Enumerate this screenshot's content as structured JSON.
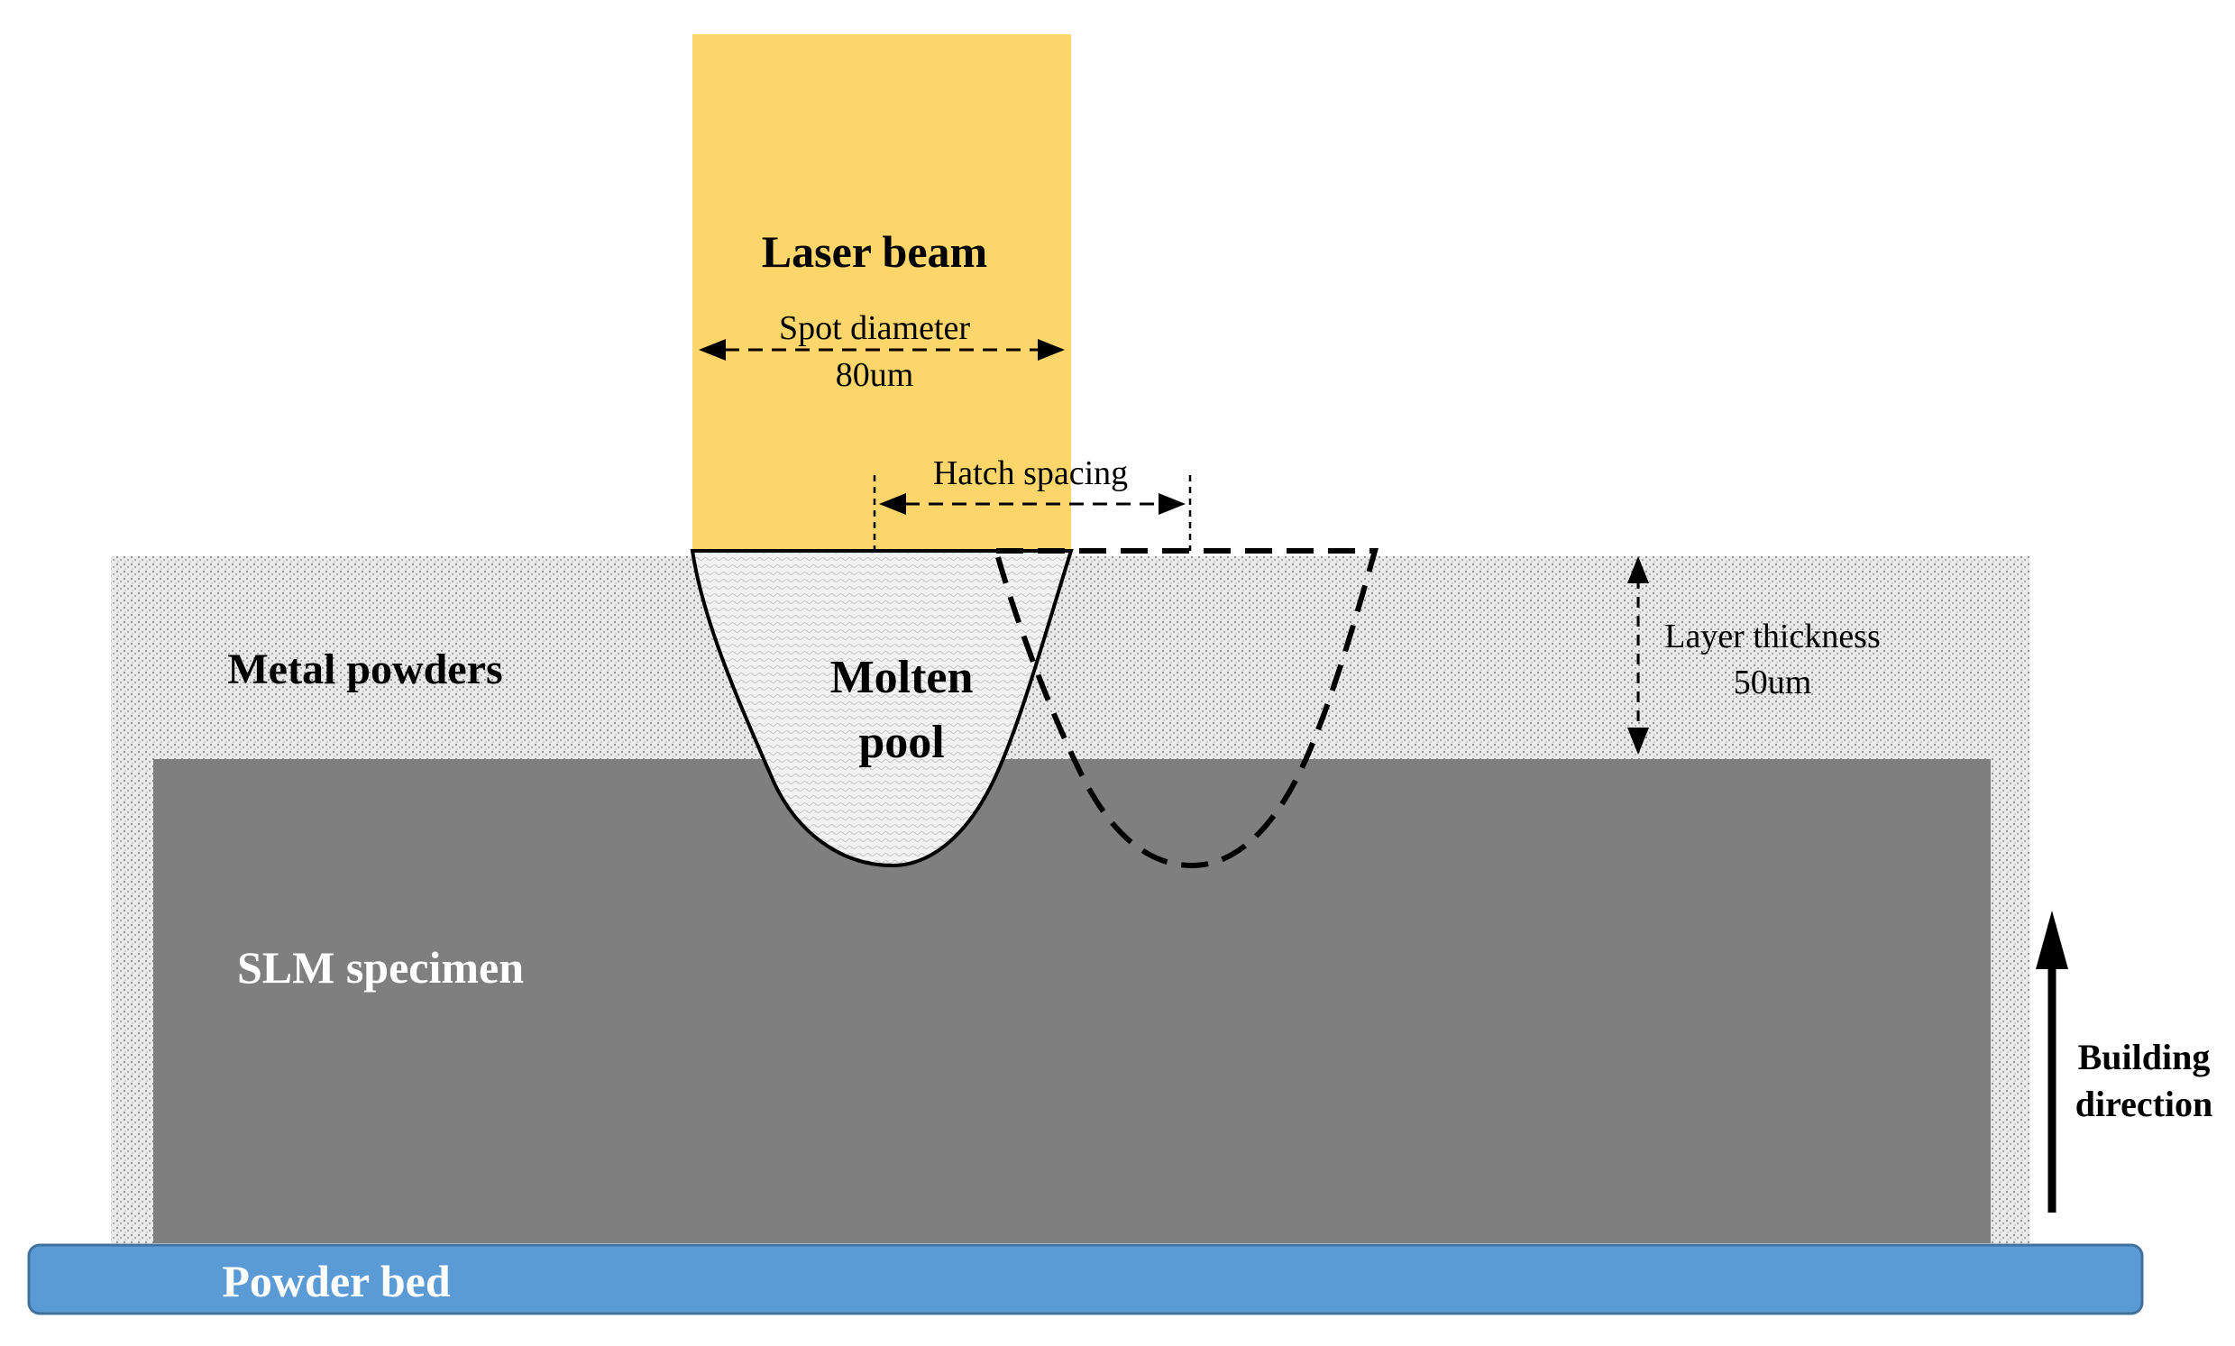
{
  "labels": {
    "laser_beam": "Laser beam",
    "spot_diameter": "Spot diameter",
    "spot_diameter_value": "80um",
    "hatch_spacing": "Hatch spacing",
    "metal_powders": "Metal powders",
    "molten_pool_line1": "Molten",
    "molten_pool_line2": "pool",
    "layer_thickness": "Layer thickness",
    "layer_thickness_value": "50um",
    "slm_specimen": "SLM specimen",
    "building_direction_line1": "Building",
    "building_direction_line2": "direction",
    "powder_bed": "Powder bed"
  },
  "colors": {
    "laser_beam": "#fcd56b",
    "metal_powders": "#e6e6e6",
    "slm_specimen": "#7f7f7f",
    "powder_bed": "#5b9bd5",
    "powder_bed_border": "#41719c",
    "outline": "#000000"
  }
}
